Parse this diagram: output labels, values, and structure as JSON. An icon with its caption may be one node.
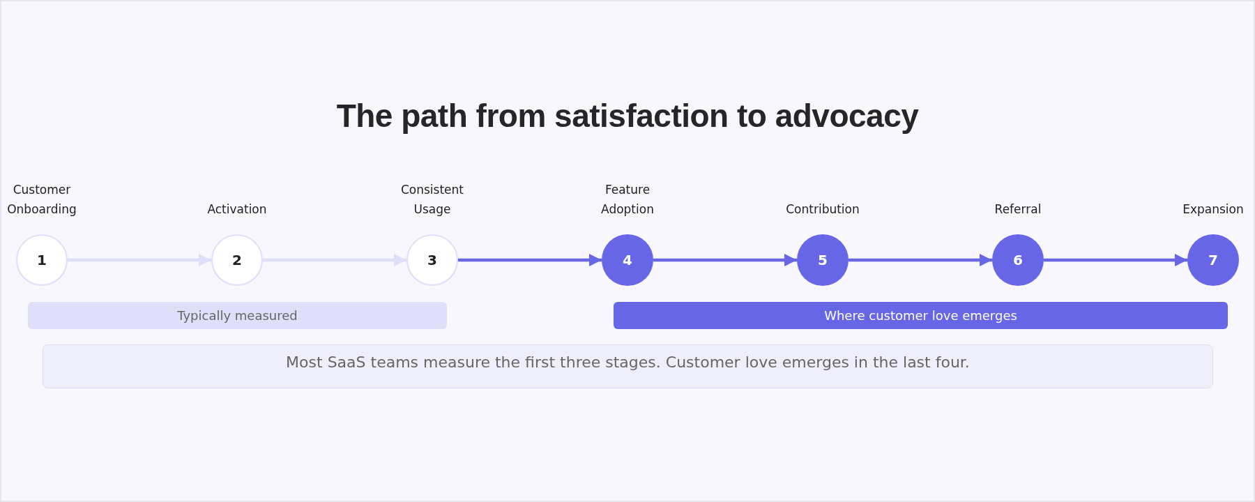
{
  "diagram": {
    "title": "The path from satisfaction to advocacy",
    "nodes": [
      {
        "text": [
          "1"
        ],
        "beside": [
          "Customer Onboarding"
        ]
      },
      {
        "text": [
          "2"
        ],
        "beside": [
          "Activation"
        ]
      },
      {
        "text": [
          "3"
        ],
        "beside": [
          "Consistent Usage"
        ]
      },
      {
        "text": [
          "4"
        ],
        "beside": [
          "Feature Adoption"
        ]
      },
      {
        "text": [
          "5"
        ],
        "beside": [
          "Contribution"
        ]
      },
      {
        "text": [
          "6"
        ],
        "beside": [
          "Referral"
        ]
      },
      {
        "text": [
          "7"
        ],
        "beside": [
          "Expansion"
        ]
      },
      {
        "text": [
          "Typically measured"
        ]
      },
      {
        "text": [
          "Where customer love emerges"
        ]
      },
      {
        "text": [
          "Most SaaS teams measure the first three stages. Customer love emerges in the last four."
        ]
      }
    ],
    "edges": [
      {
        "from": 0,
        "to": 1,
        "arrow": "to",
        "color": "#e0dffa"
      },
      {
        "from": 1,
        "to": 2,
        "arrow": "to",
        "color": "#e0dffa"
      },
      {
        "from": 2,
        "to": 3,
        "arrow": "to"
      },
      {
        "from": 3,
        "to": 4,
        "arrow": "to"
      },
      {
        "from": 4,
        "to": 5,
        "arrow": "to"
      },
      {
        "from": 5,
        "to": 6,
        "arrow": "to"
      }
    ]
  }
}
